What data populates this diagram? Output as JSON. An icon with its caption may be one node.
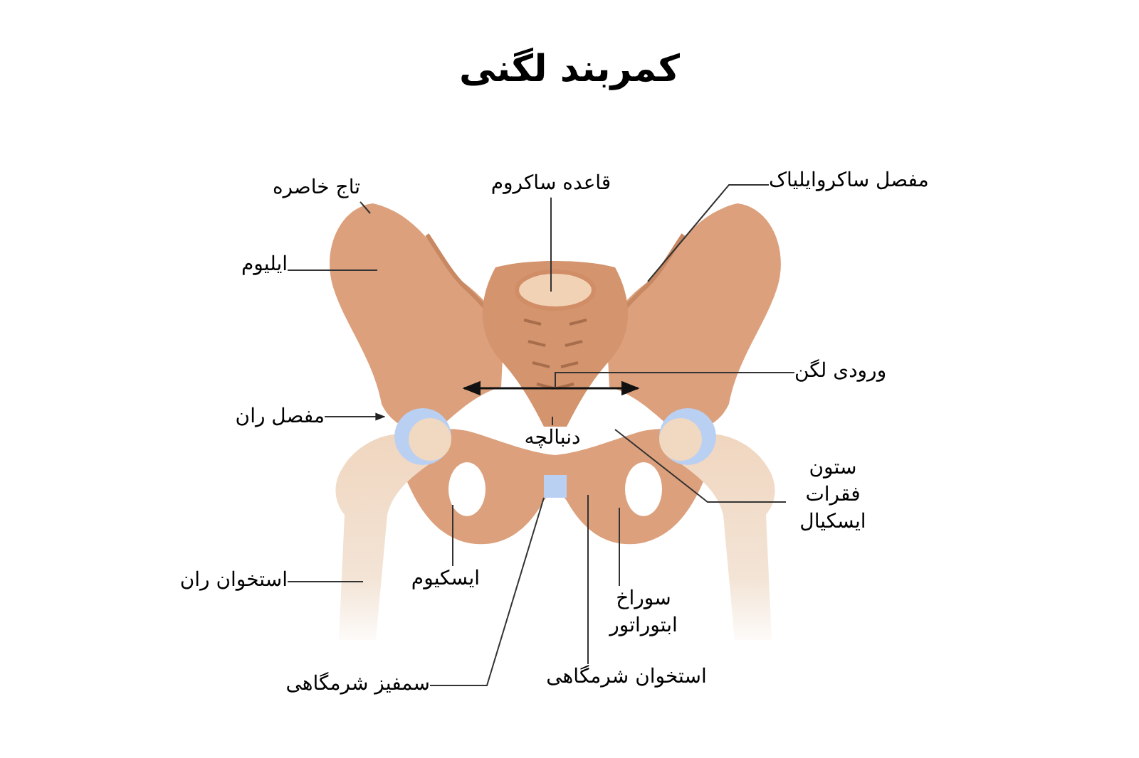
{
  "diagram": {
    "title": "کمربند لگنی",
    "nodes": [
      {
        "text": [
          "تاج خاصره"
        ]
      },
      {
        "text": [
          "ایلیوم"
        ]
      },
      {
        "text": [
          "مفصل ران"
        ]
      },
      {
        "text": [
          "استخوان ران"
        ]
      },
      {
        "text": [
          "ایسکیوم"
        ]
      },
      {
        "text": [
          "سمفیز شرمگاهی"
        ]
      },
      {
        "text": [
          "قاعده ساکروم"
        ]
      },
      {
        "text": [
          "دنبالچه"
        ]
      },
      {
        "text": [
          "مفصل ساکروایلیاک"
        ]
      },
      {
        "text": [
          "ورودی لگن"
        ]
      },
      {
        "text": [
          "ستون فقرات ایسکیال"
        ]
      },
      {
        "text": [
          "سوراخ ابتوراتور"
        ]
      },
      {
        "text": [
          "استخوان شرمگاهی"
        ]
      },
      {
        "text": [],
        "shape": "box"
      }
    ],
    "edges": [
      {
        "from": 0,
        "to": null,
        "arrow": "none"
      },
      {
        "from": 1,
        "to": null,
        "arrow": "none"
      },
      {
        "from": 2,
        "to": null,
        "arrow": "to"
      },
      {
        "from": 3,
        "to": null,
        "arrow": "none"
      },
      {
        "from": 4,
        "to": null,
        "arrow": "none"
      },
      {
        "from": 5,
        "to": 13,
        "arrow": "none"
      },
      {
        "from": 6,
        "to": null,
        "arrow": "none"
      },
      {
        "from": 7,
        "to": null,
        "arrow": "none"
      },
      {
        "from": 8,
        "to": null,
        "arrow": "none"
      },
      {
        "from": 9,
        "to": null,
        "arrow": "none"
      },
      {
        "from": 10,
        "to": null,
        "arrow": "none"
      },
      {
        "from": 11,
        "to": null,
        "arrow": "none"
      },
      {
        "from": 12,
        "to": null,
        "arrow": "none"
      }
    ]
  }
}
